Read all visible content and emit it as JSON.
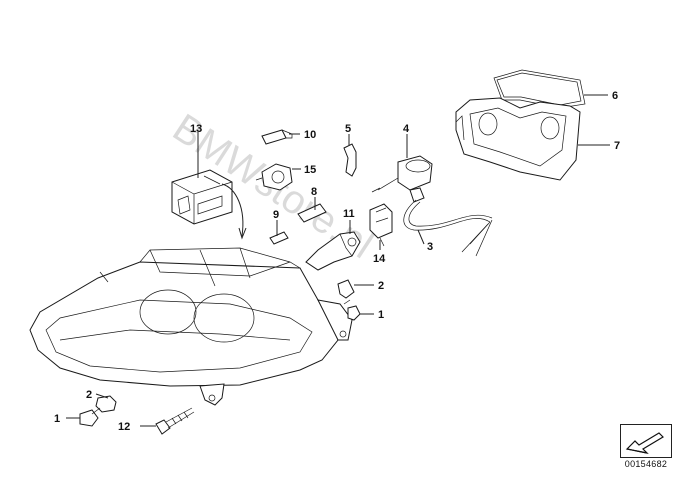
{
  "watermark": "BMWstore.pl",
  "catalog_number": "00154682",
  "callouts": [
    "1",
    "2",
    "3",
    "4",
    "5",
    "6",
    "7",
    "8",
    "9",
    "10",
    "11",
    "12",
    "13",
    "14",
    "15",
    "2",
    "1"
  ],
  "parts": {
    "headlight": "headlight-housing",
    "gasket": "gasket-6",
    "cover": "cover-7"
  }
}
